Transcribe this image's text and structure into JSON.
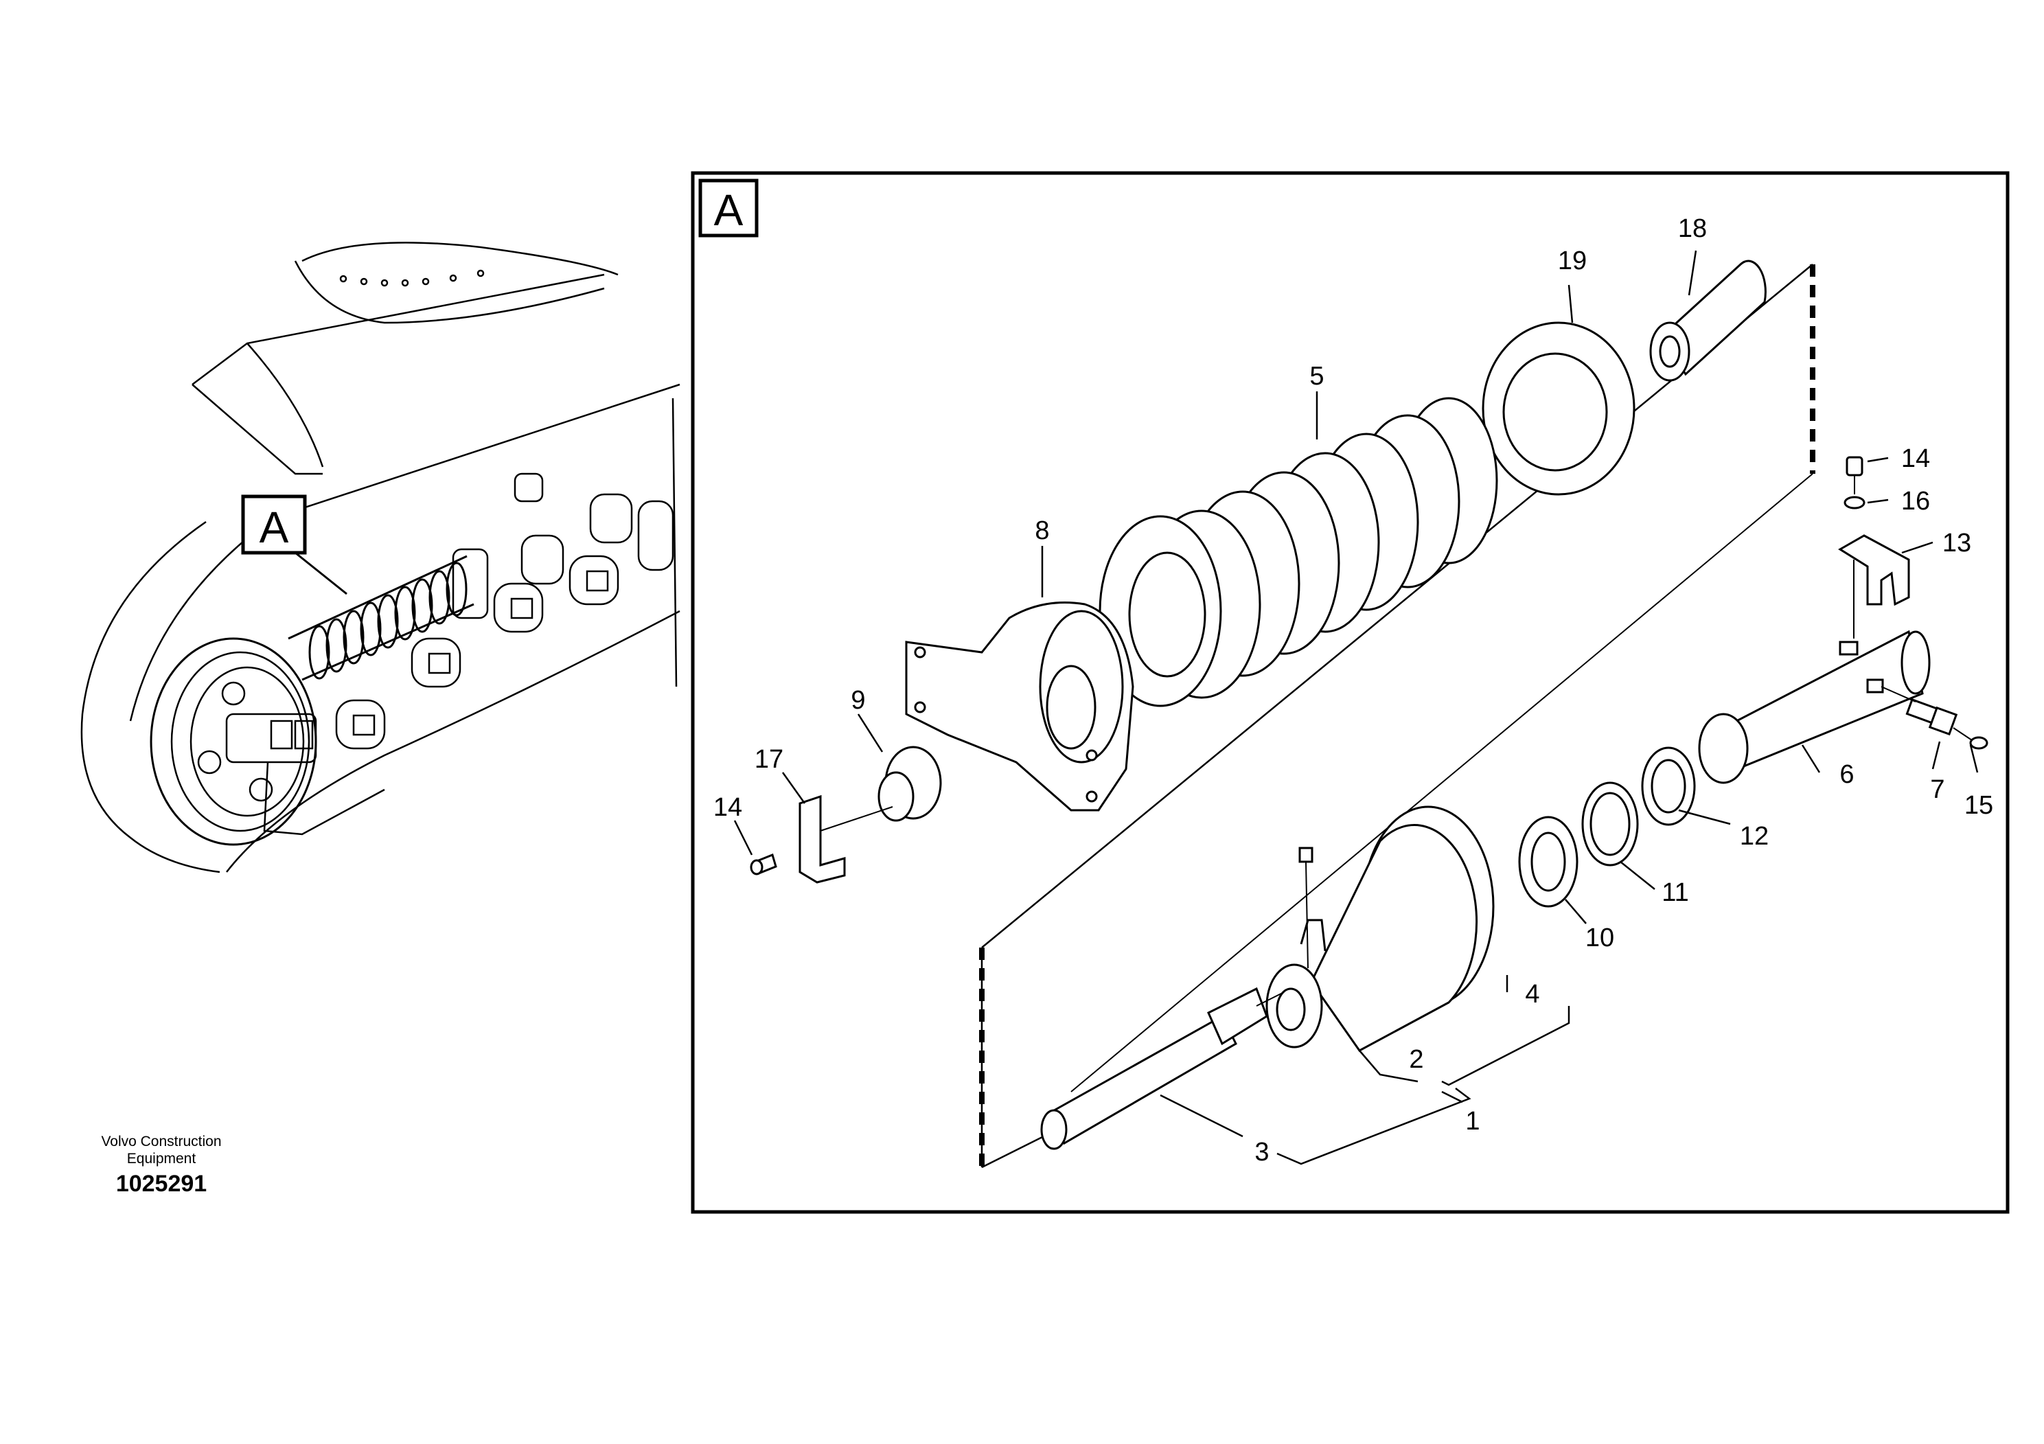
{
  "overview": {
    "callout": "A"
  },
  "detail": {
    "view_label": "A"
  },
  "callouts": {
    "c1": "1",
    "c2": "2",
    "c3": "3",
    "c4": "4",
    "c5": "5",
    "c6": "6",
    "c7": "7",
    "c8": "8",
    "c9": "9",
    "c10": "10",
    "c11": "11",
    "c12": "12",
    "c13": "13",
    "c14a": "14",
    "c14b": "14",
    "c15": "15",
    "c16": "16",
    "c17": "17",
    "c18": "18",
    "c19": "19"
  },
  "footer": {
    "company_line1": "Volvo Construction",
    "company_line2": "Equipment",
    "doc_number": "1025291"
  },
  "colors": {
    "ink": "#000000",
    "paper": "#ffffff"
  }
}
